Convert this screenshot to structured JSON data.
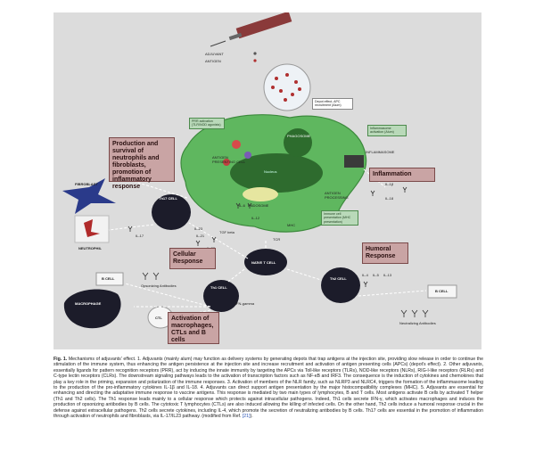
{
  "page_header": "",
  "figure": {
    "labels": {
      "adjuvant": "ADJUVANT",
      "antigen": "ANTIGEN",
      "depot": "Depot effect, APC recruitment (Alum)",
      "prr": "PRR activation (TLR/NOD agonists)",
      "inflammasome_activation": "Inflammasome activation (Alum)",
      "phagosome": "PHAGOSOME",
      "inflammasome": "INFLAMMASOME",
      "apc": "ANTIGEN PRESENTING CELL",
      "nucleus": "Nucleus",
      "endosome": "ENDOSOME",
      "antigen_processing": "ANTIGEN PROCESSING",
      "immune_cell_presentation": "Immune cell presentation (MHC presentation)",
      "tcr": "TCR",
      "mhc": "MHC",
      "il1b": "IL-1β",
      "il18": "IL-18",
      "il12": "IL-12",
      "il6": "IL-6",
      "il4": "IL-4",
      "il5": "IL-5",
      "il13": "IL-13",
      "il17": "IL-17",
      "il21": "IL-21",
      "il22": "IL-22",
      "il23": "IL-23",
      "tgf": "TGF beta",
      "ifn": "IFN-gamma",
      "opsonizing": "Opsonizing Antibodies",
      "neutralizing": "Neutralizing Antibodies",
      "fibroblast": "FIBROBLAST",
      "neutrophil": "NEUTROPHIL",
      "macrophage": "MACROPHAGE",
      "ctl": "CTL",
      "bcell_left": "B CELL",
      "bcell_right": "B CELL",
      "th17": "Th17 CELL",
      "naive": "NAÏVE T CELL",
      "th1": "Th1 CELL",
      "th2": "Th2 CELL"
    },
    "boxes": {
      "production": "Production and survival of neutrophils and fibroblasts, promotion of inflammatory response",
      "inflammation": "Inflammation",
      "cellular": "Cellular Response",
      "humoral": "Humoral Response",
      "activation": "Activation of macrophages, CTLs and B cells"
    }
  },
  "caption": {
    "label": "Fig. 1.",
    "text": "Mechanisms of adjuvants' effect. 1. Adjuvants (mainly alum) may function as delivery systems by generating depots that trap antigens at the injection site, providing slow release in order to continue the stimulation of the immune system, thus enhancing the antigen persistence at the injection site and increase recruitment and activation of antigen presenting cells (APCs) (depot's effect). 2. Other adjuvants, essentially ligands for pattern recognition receptors (PRR), act by inducing the innate immunity by targeting the APCs via Toll-like receptors (TLRs), NOD-like receptors (NLRs), RIG-I-like receptors (RLRs) and C-type lectin receptors (CLRs). The downstream signaling pathways leads to the activation of transcription factors such as NF-κB and IRF3. The consequence is the induction of cytokines and chemokines that play a key role in the priming, expansion and polarization of the immune responses. 3. Activation of members of the NLR family, such as NLRP3 and NLRC4, triggers the formation of the inflammasome leading to the production of the pro-inflammatory cytokines IL-1β and IL-18. 4. Adjuvants can direct support antigen presentation by the major histocompatibility complexes (MHC). 5. Adjuvants are essential for enhancing and directing the adaptative immune response to vaccine antigens. This response is mediated by two main types of lymphocytes, B and T cells. Most antigens activate B cells by activated T helper (Th1 and Th2 cells). The Th1 response leads mainly to a cellular response which protects against intracellular pathogens. Indeed, Th1 cells secrete IFN-γ, which activates macrophages and induces the production of opsonizing antibodies by B cells. The cytotoxic T lymphocytes (CTLs) are also induced allowing the killing of infected cells. On the other hand, Th2 cells induce a humoral response crucial in the defense against extracellular pathogens. Th2 cells secrete cytokines, including IL-4, which promote the secretion of neutralizing antibodies by B cells. Th17 cells are essential in the promotion of inflammation through activation of neutrophils and fibroblasts, via IL-17/IL23 pathway. (modified from Ref.",
    "ref": "[21]",
    "end": ")."
  },
  "colors": {
    "figure_bg": "#dcdcdc",
    "apc_green": "#5fb75f",
    "box_rose": "#c9a4a4",
    "cell_dark": "#1c1c2a",
    "syringe": "#8a3a3a"
  }
}
